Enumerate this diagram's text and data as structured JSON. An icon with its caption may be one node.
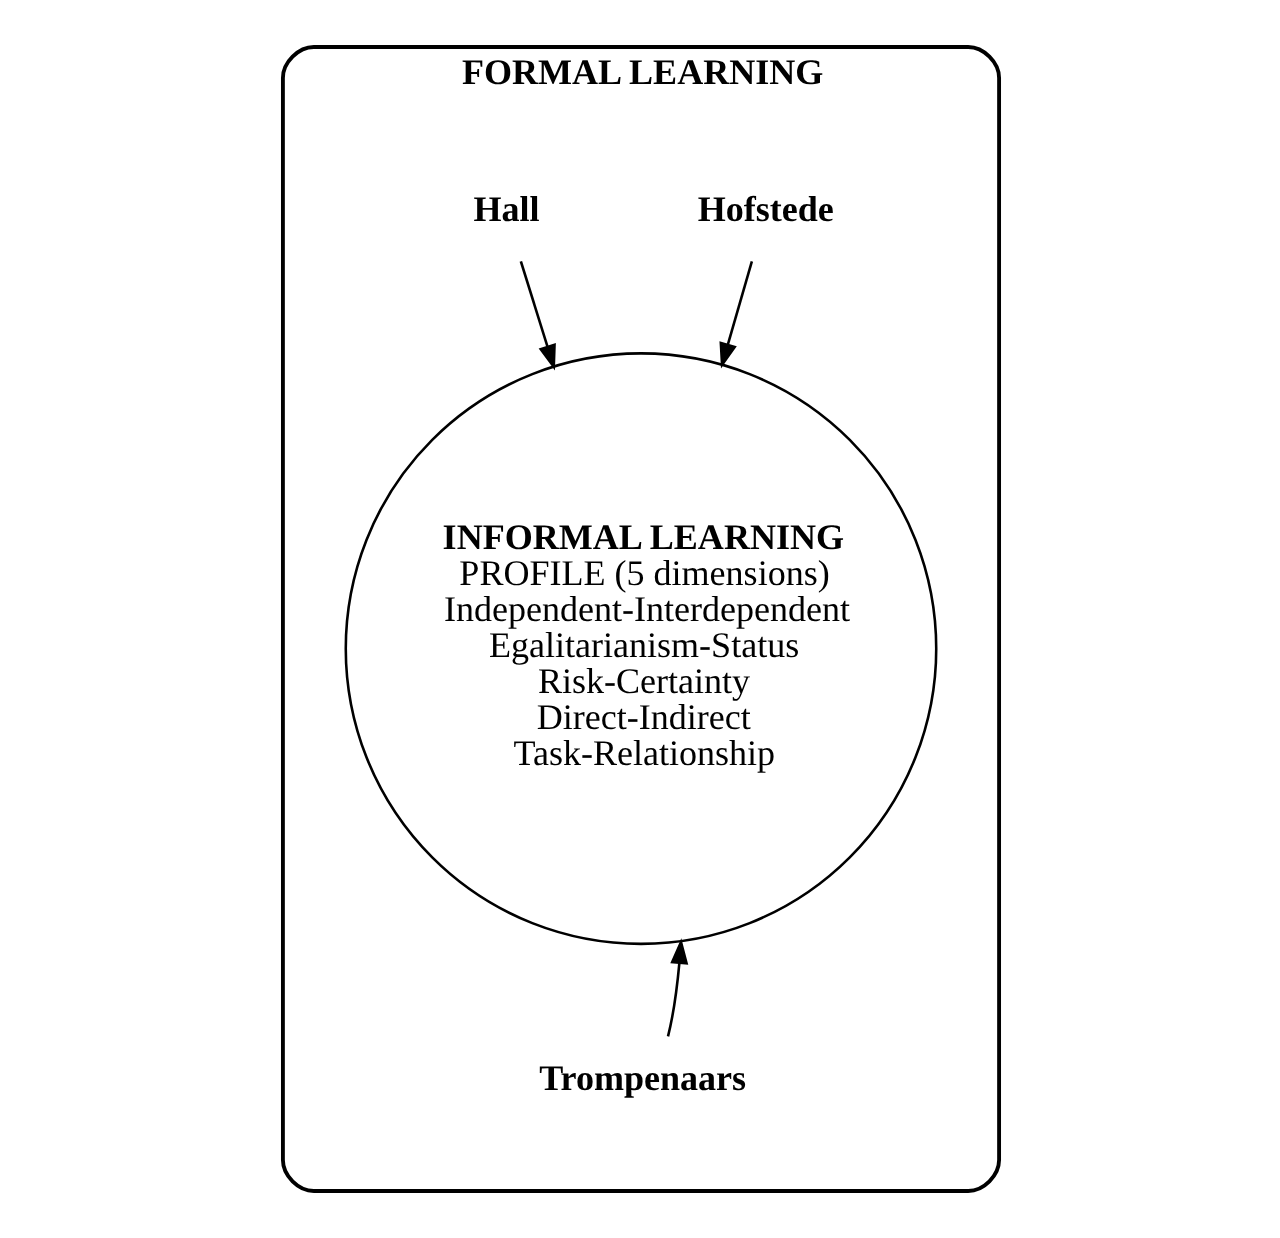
{
  "diagram": {
    "nodes": [
      {
        "text": [
          "FORMAL LEARNING"
        ]
      },
      {
        "text": [
          "INFORMAL LEARNING",
          "PROFILE (5 dimensions)",
          "Independent-Interdependent",
          "Egalitarianism-Status",
          "Risk-Certainty",
          "Direct-Indirect",
          "Task-Relationship"
        ],
        "in": 0
      },
      {
        "text": [
          "Hofstede"
        ],
        "in": 0
      },
      {
        "text": [
          "Hall"
        ],
        "in": 0
      },
      {
        "text": [
          "Trompenaars"
        ],
        "in": 0
      }
    ],
    "edges": [
      {
        "from": 2,
        "to": 1,
        "arrow": "to"
      },
      {
        "from": 3,
        "to": 1,
        "arrow": "to"
      },
      {
        "from": 4,
        "to": 1,
        "arrow": "to"
      }
    ]
  }
}
